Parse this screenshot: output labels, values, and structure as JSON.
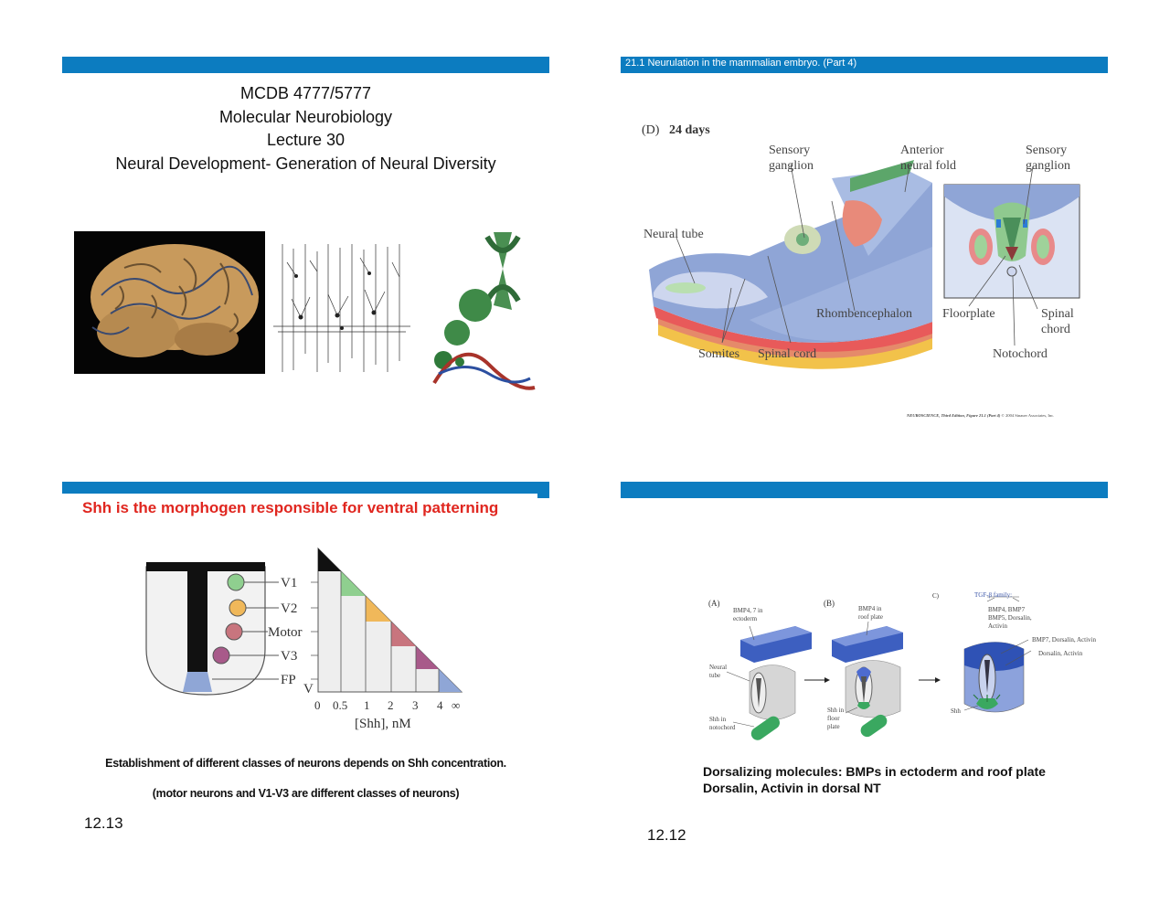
{
  "slide1": {
    "lines": [
      "MCDB 4777/5777",
      "Molecular Neurobiology",
      "Lecture 30",
      "Neural Development- Generation of Neural Diversity"
    ]
  },
  "slide2": {
    "header": "21.1  Neurulation in the mammalian embryo. (Part 4)",
    "panel": "(D)",
    "days": "24 days",
    "labels": {
      "sensory_ganglion_left_1": "Sensory",
      "sensory_ganglion_left_2": "ganglion",
      "anterior_1": "Anterior",
      "anterior_2": "neural fold",
      "sensory_ganglion_right_1": "Sensory",
      "sensory_ganglion_right_2": "ganglion",
      "neural_tube": "Neural tube",
      "rhombencephalon": "Rhombencephalon",
      "floorplate": "Floorplate",
      "spinal_1": "Spinal",
      "spinal_2": "chord",
      "somites": "Somites",
      "spinal_cord": "Spinal cord",
      "notochord": "Notochord"
    },
    "credit_bold": "NEUROSCIENCE, Third Edition, Figure 21.1 (Part 4)",
    "credit_rest": "© 2004 Sinauer Associates, Inc."
  },
  "slide3": {
    "title": "Shh is the morphogen responsible for ventral patterning",
    "labels": [
      "V1",
      "V2",
      "Motor",
      "V3",
      "FP"
    ],
    "axis_v": "V",
    "ticks": [
      "0",
      "0.5",
      "1",
      "2",
      "3",
      "4",
      "∞"
    ],
    "xlabel": "[Shh], nM",
    "caption1": "Establishment of different classes of neurons depends on Shh concentration.",
    "caption2": "(motor neurons and V1-V3 are different classes of neurons)",
    "page": "12.13",
    "colors": {
      "v1": "#8fcf8f",
      "v2": "#f0b85a",
      "motor": "#c8757e",
      "v3": "#a85a8a",
      "fp": "#8fa6d6"
    }
  },
  "slide4": {
    "panel_a": "(A)",
    "panel_b": "(B)",
    "panel_c": "C)",
    "bmp4_7_1": "BMP4, 7 in",
    "bmp4_7_2": "ectoderm",
    "bmp4_roof_1": "BMP4 in",
    "bmp4_roof_2": "roof plate",
    "tgf": "TGF-β family:",
    "tgf_1": "BMP4, BMP7",
    "tgf_2": "BMP5, Dorsalin,",
    "tgf_3": "Activin",
    "bmp7_dorsalin": "BMP7, Dorsalin, Activin",
    "dorsalin_activin": "Dorsalin, Activin",
    "neural_1": "Neural",
    "neural_2": "tube",
    "shh_noto_1": "Shh in",
    "shh_noto_2": "notochord",
    "shh_floor_1": "Shh in",
    "shh_floor_2": "floor",
    "shh_floor_3": "plate",
    "shh": "Shh",
    "caption1": "Dorsalizing molecules:  BMPs in ectoderm and roof plate",
    "caption2": "Dorsalin, Activin in dorsal NT",
    "page": "12.12"
  }
}
